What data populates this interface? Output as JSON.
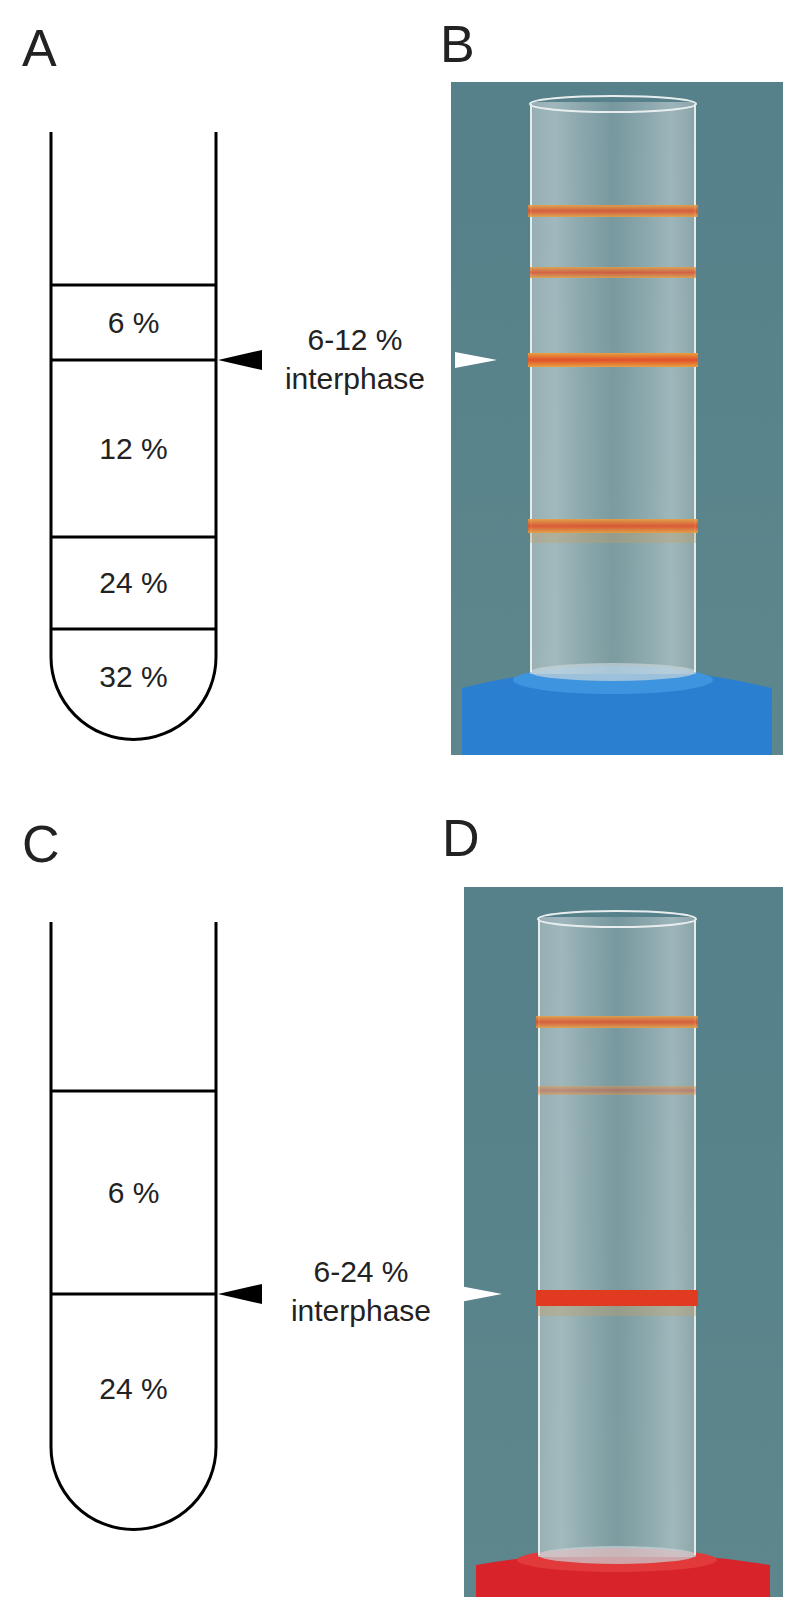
{
  "diagram": {
    "nodes": [
      {
        "text": [
          "6 %"
        ]
      },
      {
        "text": [
          "12 %"
        ]
      },
      {
        "text": [
          "24 %"
        ]
      },
      {
        "text": [
          "32 %"
        ]
      },
      {
        "text": [
          "6 %"
        ]
      },
      {
        "text": [
          "24 %"
        ]
      }
    ],
    "labels": [
      "A",
      "B",
      "6-12 % interphase",
      "C",
      "D",
      "6-24 % interphase"
    ]
  }
}
